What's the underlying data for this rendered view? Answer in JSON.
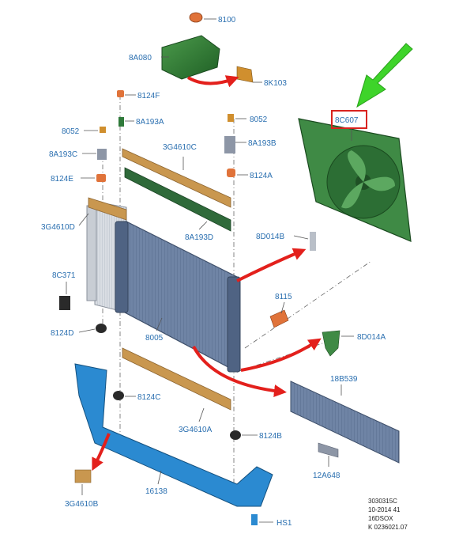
{
  "colors": {
    "label": "#2a6fb0",
    "arrow_red": "#e3201c",
    "arrow_green": "#3ed42a",
    "highlight_box": "#d9231f"
  },
  "labels": {
    "p8100": "8100",
    "p8A080": "8A080",
    "p8K103": "8K103",
    "p8124F": "8124F",
    "p8A193A": "8A193A",
    "p8052_left": "8052",
    "p8052_right": "8052",
    "p3G4610C": "3G4610C",
    "p8A193B": "8A193B",
    "p8A193C": "8A193C",
    "p8124E": "8124E",
    "p8124A": "8124A",
    "p3G4610D": "3G4610D",
    "p8A193D": "8A193D",
    "p8D014B": "8D014B",
    "p8C371": "8C371",
    "p8115": "8115",
    "p8124D": "8124D",
    "p8005": "8005",
    "p8D014A": "8D014A",
    "p18B539": "18B539",
    "p8124C": "8124C",
    "p3G4610A": "3G4610A",
    "p8124B": "8124B",
    "p12A648": "12A648",
    "p3G4610B": "3G4610B",
    "p16138": "16138",
    "pHS1": "HS1",
    "p8C607": "8C607"
  },
  "reference": {
    "line1": "3030315C",
    "line2": "10-2014 41",
    "line3": "16DSOX",
    "line4": "K 0236021.07"
  }
}
